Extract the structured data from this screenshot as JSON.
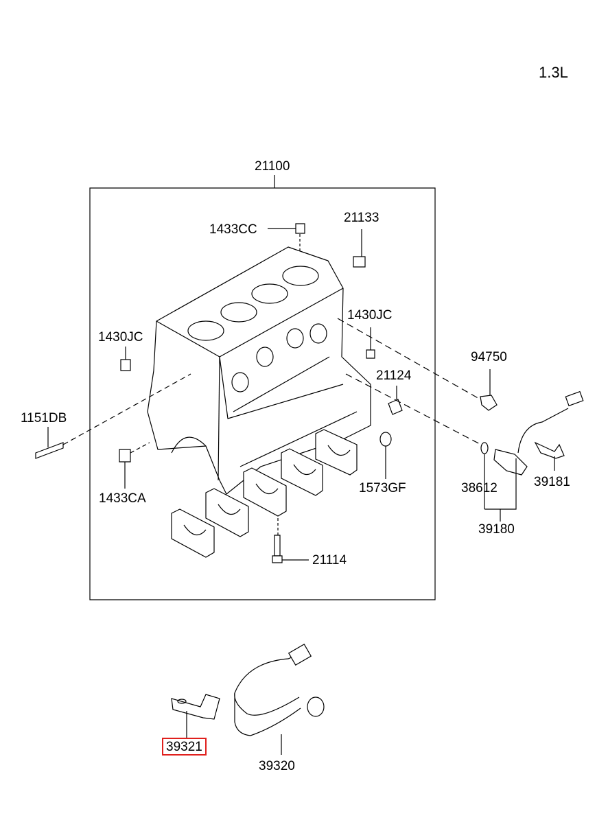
{
  "engine_variant": "1.3L",
  "highlight_color": "#e0201d",
  "parts": {
    "block_assy": "21100",
    "plug_top": "1433CC",
    "plug_upper_right": "21133",
    "pin_right": "1430JC",
    "pin_left": "1430JC",
    "stud": "1151DB",
    "plug_lower": "1433CA",
    "sensor_oil": "94750",
    "pin_rear": "21124",
    "seal": "1573GF",
    "o_ring": "38612",
    "sensor_assy": "39180",
    "bracket_right": "39181",
    "bolt": "21114",
    "bracket_knock": "39321",
    "knock_sensor": "39320"
  }
}
